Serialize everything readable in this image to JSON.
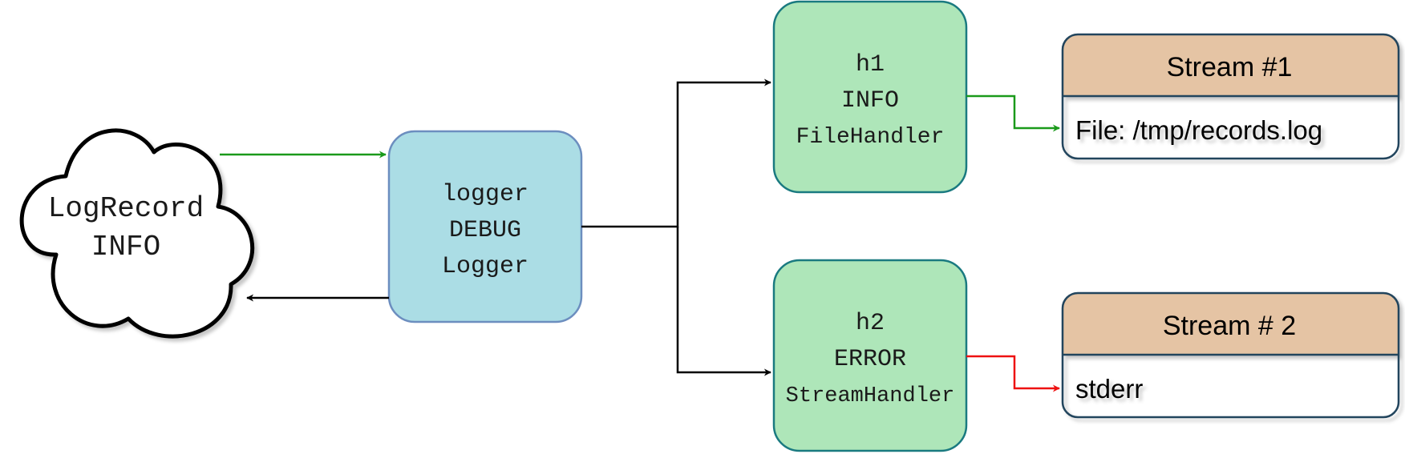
{
  "colors": {
    "green_arrow": "#1a9a1a",
    "red_arrow": "#ee1111",
    "black_arrow": "#000000",
    "logger_fill": "#abdde5",
    "logger_stroke": "#6c8ebf",
    "handler_fill": "#aee6b9",
    "handler_stroke": "#1a7a80",
    "stream_header_fill": "#e5c4a4",
    "stream_stroke": "#23445d"
  },
  "record": {
    "line1": "LogRecord",
    "line2": "INFO"
  },
  "logger": {
    "line1": "logger",
    "line2": "DEBUG",
    "line3": "Logger"
  },
  "handler1": {
    "line1": "h1",
    "line2": "INFO",
    "line3": "FileHandler"
  },
  "handler2": {
    "line1": "h2",
    "line2": "ERROR",
    "line3": "StreamHandler"
  },
  "stream1": {
    "title": "Stream #1",
    "body": "File: /tmp/records.log"
  },
  "stream2": {
    "title": "Stream # 2",
    "body": "stderr"
  }
}
